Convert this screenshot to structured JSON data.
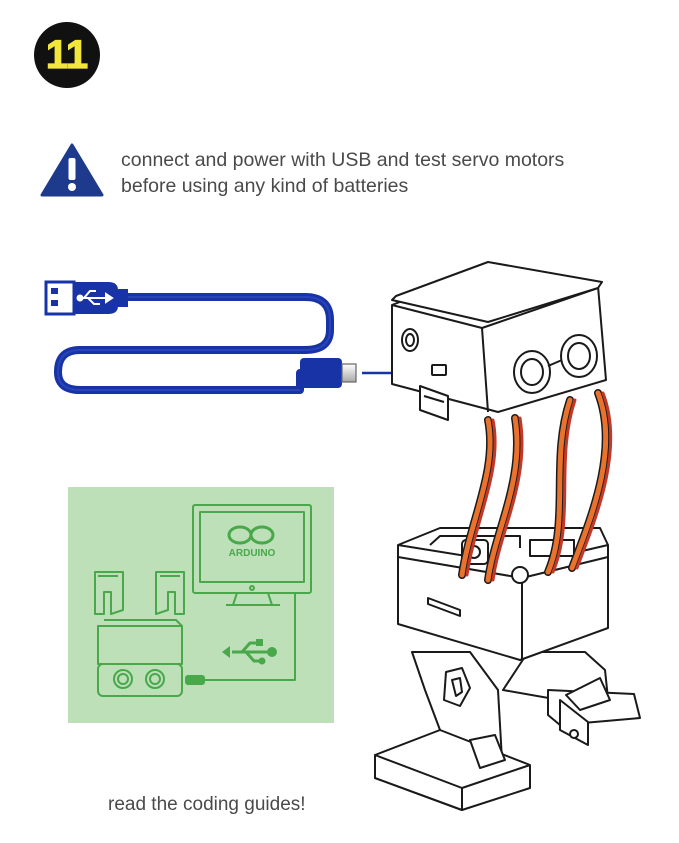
{
  "step": {
    "number": "11"
  },
  "warning": {
    "line1": "connect and power with USB and test servo motors",
    "line2": "before using any kind of batteries"
  },
  "arduino_logo": {
    "text": "ARDUINO"
  },
  "footer": {
    "text": "read the coding guides!"
  },
  "colors": {
    "badge_fill": "#111111",
    "badge_text": "#f3e63a",
    "warning_blue": "#1d3a8c",
    "cable_blue": "#1733a6",
    "panel_green": "#bde0b9",
    "line_green": "#48a84a",
    "wire_orange": "#e9722d",
    "wire_red": "#c0392b"
  }
}
